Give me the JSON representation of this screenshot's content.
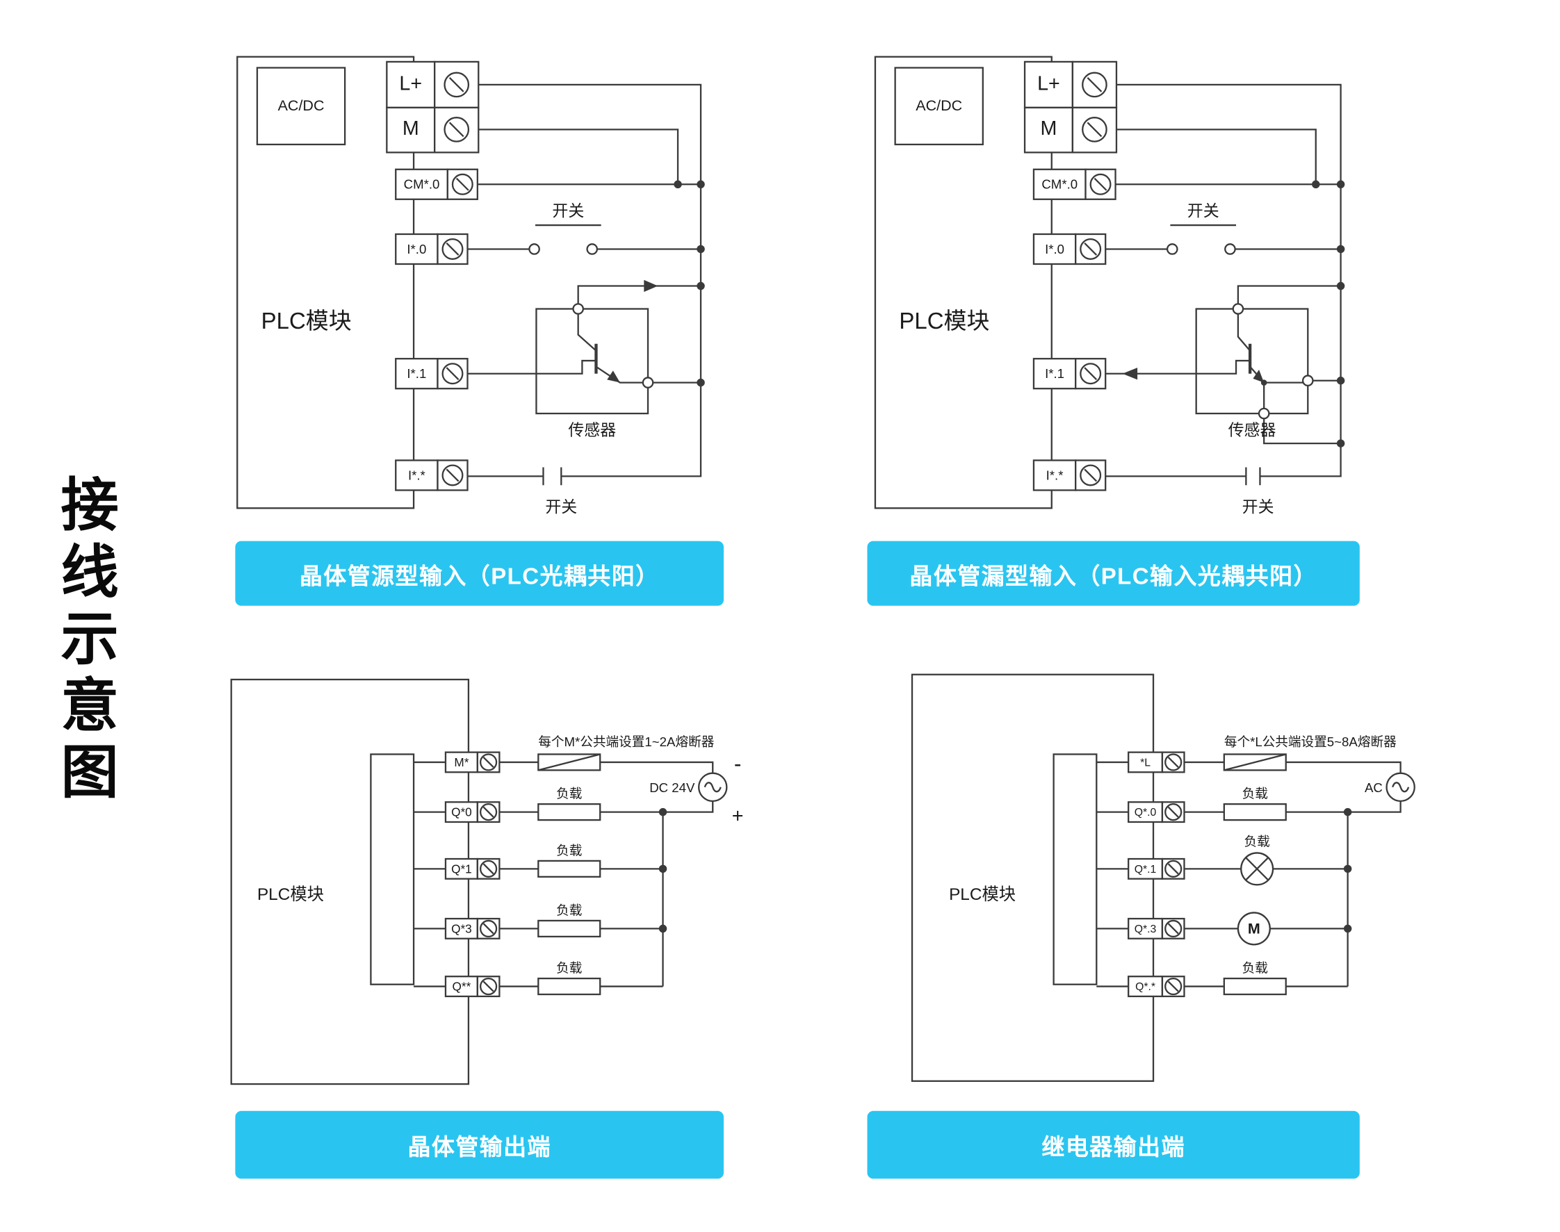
{
  "page": {
    "vertical_title": "接线示意图"
  },
  "colors": {
    "accent": "#29C5F0",
    "line": "#3A3A3A"
  },
  "panels": {
    "source_input": {
      "caption": "晶体管源型输入（PLC光耦共阳）",
      "module": "PLC模块",
      "acdc": "AC/DC",
      "terminals": {
        "lp": "L+",
        "m": "M",
        "cm": "CM*.0",
        "i0": "I*.0",
        "i1": "I*.1",
        "ix": "I*.*"
      },
      "switch_top": "开关",
      "switch_bottom": "开关",
      "sensor": "传感器"
    },
    "sink_input": {
      "caption": "晶体管漏型输入（PLC输入光耦共阳）",
      "module": "PLC模块",
      "acdc": "AC/DC",
      "terminals": {
        "lp": "L+",
        "m": "M",
        "cm": "CM*.0",
        "i0": "I*.0",
        "i1": "I*.1",
        "ix": "I*.*"
      },
      "switch_top": "开关",
      "switch_bottom": "开关",
      "sensor": "传感器"
    },
    "transistor_output": {
      "caption": "晶体管输出端",
      "module": "PLC模块",
      "fuse_note": "每个M*公共端设置1~2A熔断器",
      "terminals": {
        "m": "M*",
        "q0": "Q*0",
        "q1": "Q*1",
        "q3": "Q*3",
        "qx": "Q**"
      },
      "loads": [
        "负载",
        "负载",
        "负载",
        "负载"
      ],
      "supply": "DC 24V",
      "minus": "-",
      "plus": "+"
    },
    "relay_output": {
      "caption": "继电器输出端",
      "module": "PLC模块",
      "fuse_note": "每个*L公共端设置5~8A熔断器",
      "terminals": {
        "l": "*L",
        "q0": "Q*.0",
        "q1": "Q*.1",
        "q3": "Q*.3",
        "qx": "Q*.*"
      },
      "loads": {
        "q0": "负载",
        "q1": "负载",
        "qx": "负载"
      },
      "supply": "AC",
      "motor": "M"
    }
  }
}
